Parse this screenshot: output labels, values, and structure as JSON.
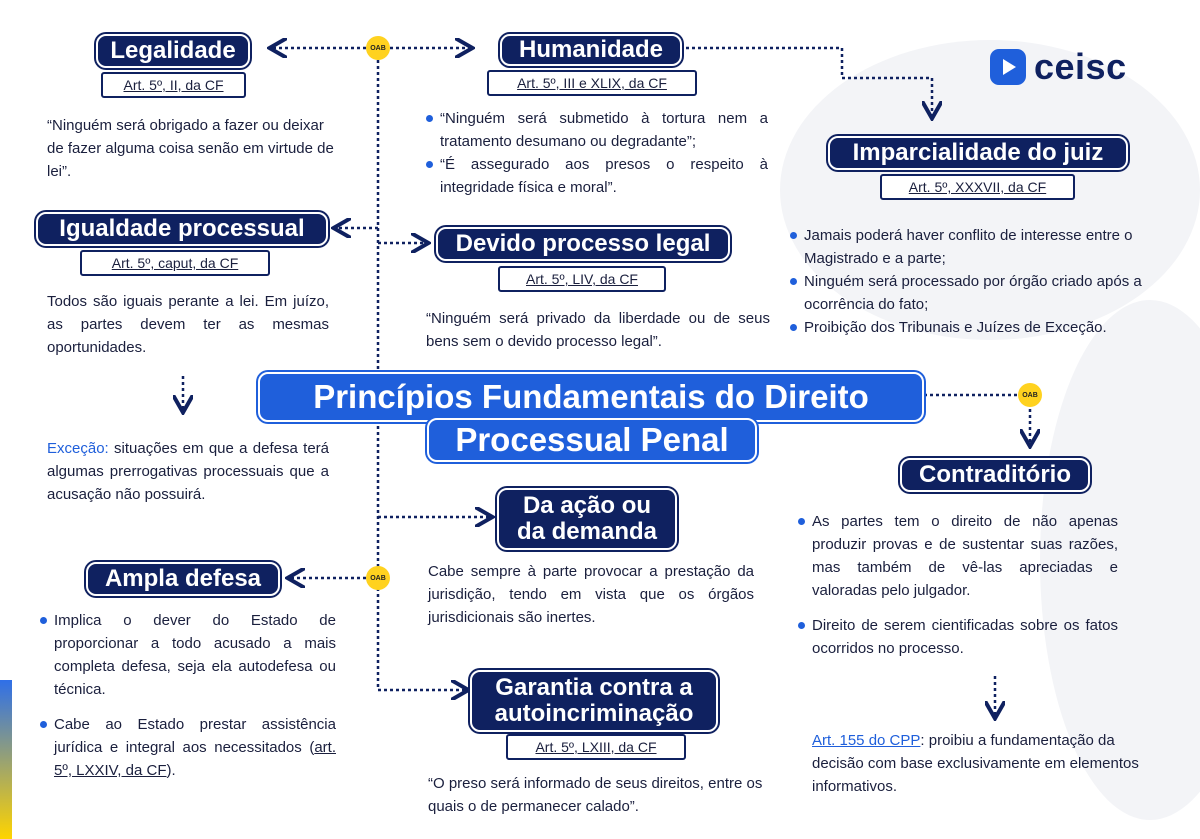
{
  "title": {
    "line1": "Princípios Fundamentais do Direito",
    "line2": "Processual Penal"
  },
  "logo": {
    "text": "ceisc",
    "icon": "play-icon"
  },
  "badge_text": "OAB",
  "colors": {
    "navy": "#0f2160",
    "blue": "#1f5fdb",
    "yellow": "#ffd21f",
    "text": "#1a1f3d"
  },
  "legalidade": {
    "title": "Legalidade",
    "ref": "Art. 5º, II, da CF",
    "text": "“Ninguém será obrigado a fazer ou deixar de fazer alguma coisa senão em virtude de lei”."
  },
  "humanidade": {
    "title": "Humanidade",
    "ref": "Art. 5º, III e XLIX, da CF",
    "bullets": [
      "“Ninguém será submetido à tortura nem a tratamento desumano ou degradante”;",
      "“É assegurado aos presos o respeito à integridade física e moral”."
    ]
  },
  "imparcialidade": {
    "title": "Imparcialidade do juiz",
    "ref": "Art. 5º, XXXVII, da CF",
    "bullets": [
      "Jamais poderá haver conflito de interesse entre o Magistrado e a parte;",
      "Ninguém será processado por órgão criado após a ocorrência do fato;",
      "Proibição dos Tribunais e Juízes de Exceção."
    ]
  },
  "igualdade": {
    "title": "Igualdade processual",
    "ref": "Art. 5º, caput, da CF",
    "text": "Todos são iguais perante a lei. Em juízo, as partes devem ter as mesmas oportunidades.",
    "exception_label": "Exceção:",
    "exception_text": " situações em que a defesa terá algumas prerrogativas processuais que a acusação não possuirá."
  },
  "devido_processo": {
    "title": "Devido processo legal",
    "ref": "Art. 5º, LIV, da CF",
    "text": "“Ninguém será privado da liberdade ou de seus bens sem o devido processo legal”."
  },
  "contraditorio": {
    "title": "Contraditório",
    "bullets": [
      "As partes tem o direito de não apenas produzir provas e de sustentar suas razões, mas também de vê-las apreciadas e valoradas pelo julgador.",
      "Direito de serem cientificadas sobre os fatos ocorridos no processo."
    ],
    "note_link": "Art. 155 do CPP",
    "note_text": ": proibiu a fundamentação da decisão com base exclusivamente em elementos informativos."
  },
  "da_acao": {
    "title_line1": "Da ação ou",
    "title_line2": "da demanda",
    "text": "Cabe sempre à parte provocar a prestação da jurisdição, tendo em vista que os órgãos jurisdicionais são inertes."
  },
  "ampla_defesa": {
    "title": "Ampla defesa",
    "bullet1": "Implica o dever do Estado de proporcionar a todo acusado a mais completa defesa, seja ela autodefesa ou técnica.",
    "bullet2_text": "Cabe ao Estado prestar assistência jurídica e integral aos necessitados (",
    "bullet2_ref": "art. 5º, LXXIV, da CF",
    "bullet2_end": ")."
  },
  "garantia": {
    "title_line1": "Garantia contra a",
    "title_line2": "autoincriminação",
    "ref": "Art. 5º, LXIII, da CF",
    "text": "“O preso será informado de seus direitos, entre os quais o de permanecer calado”."
  }
}
